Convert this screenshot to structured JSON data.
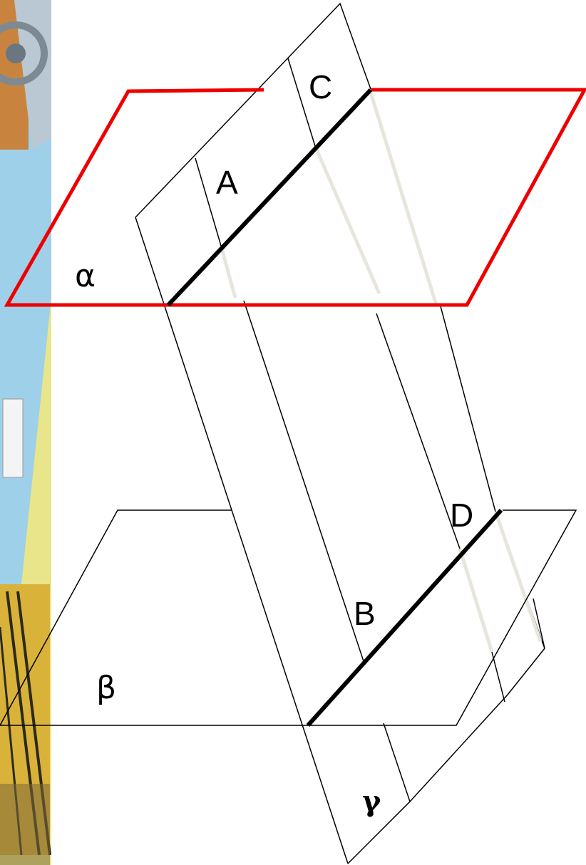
{
  "diagram": {
    "points": {
      "A": "A",
      "B": "B",
      "C": "C",
      "D": "D"
    },
    "planes": {
      "alpha": "α",
      "beta": "β",
      "gamma": "γ"
    }
  },
  "colors": {
    "plane_alpha": "#ee0000",
    "outline": "#000000",
    "hidden_line": "#e8e6dc",
    "segment": "#000000",
    "bg_blue": "#9fd0ea",
    "bg_yellow": "#e9e58a",
    "bg_wood": "#c8843e"
  }
}
